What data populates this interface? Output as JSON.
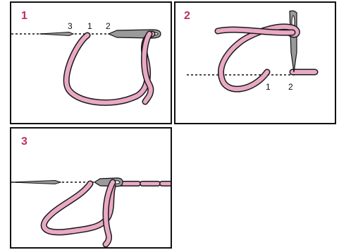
{
  "panels": [
    {
      "step": "1",
      "point_labels": [
        "3",
        "1",
        "2"
      ]
    },
    {
      "step": "2",
      "point_labels": [
        "1",
        "2"
      ]
    },
    {
      "step": "3",
      "point_labels": []
    }
  ],
  "colors": {
    "thread_fill": "#e9a9c4",
    "thread_edge": "#1a1a1a",
    "needle_fill": "#9a9a9a",
    "step_number": "#c0305a",
    "border": "#111111"
  },
  "icons": {
    "needle": "needle-icon",
    "thread": "thread-icon"
  }
}
